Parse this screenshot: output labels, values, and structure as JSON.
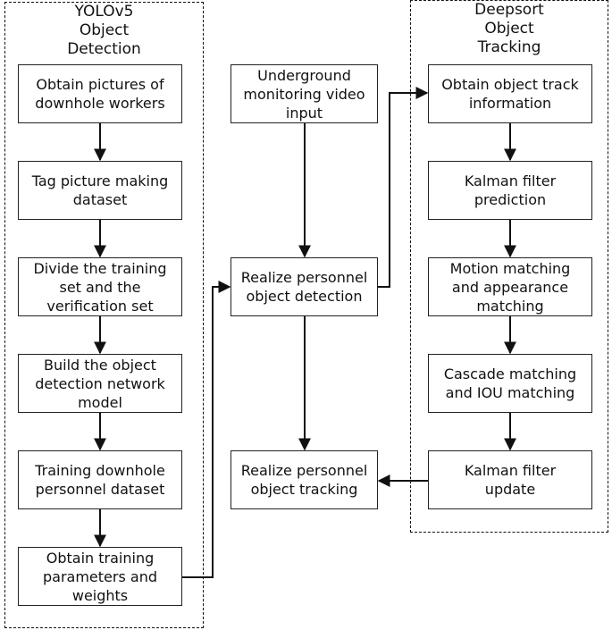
{
  "groups": {
    "yolo": {
      "title": "YOLOv5\nObject\nDetection"
    },
    "deepsort": {
      "title": "Deepsort\nObject\nTracking"
    }
  },
  "nodes": {
    "obtain_pictures": "Obtain pictures of\ndownhole workers",
    "tag_picture": "Tag picture making\ndataset",
    "divide_sets": "Divide the training\nset and the\nverification set",
    "build_model": "Build the object\ndetection network\nmodel",
    "training_dataset": "Training downhole\npersonnel dataset",
    "obtain_params": "Obtain training\nparameters and\nweights",
    "video_input": "Underground\nmonitoring video\ninput",
    "realize_detection": "Realize personnel\nobject detection",
    "realize_tracking": "Realize personnel\nobject tracking",
    "track_info": "Obtain object track\ninformation",
    "kalman_predict": "Kalman filter\nprediction",
    "motion_matching": "Motion matching\nand appearance\nmatching",
    "cascade_matching": "Cascade matching\nand IOU matching",
    "kalman_update": "Kalman filter\nupdate"
  }
}
